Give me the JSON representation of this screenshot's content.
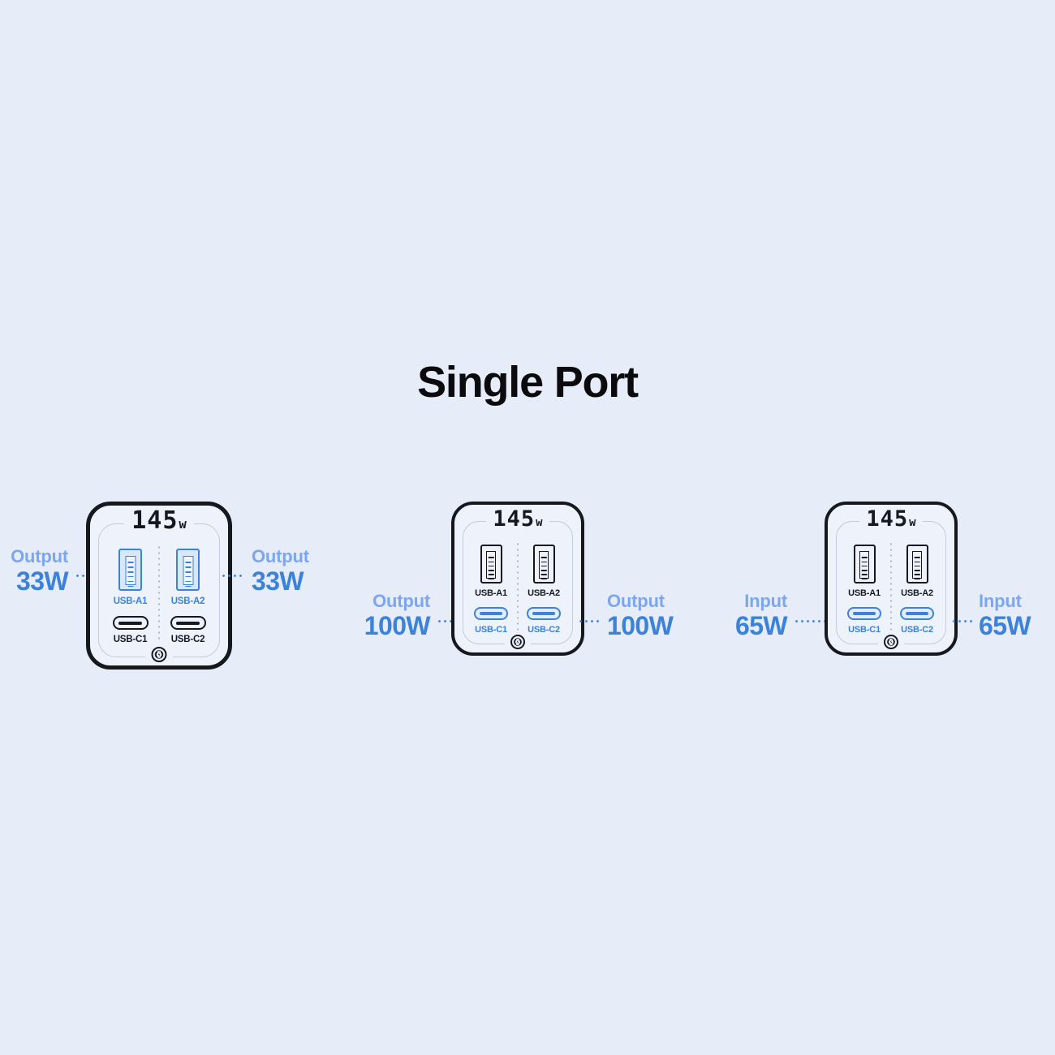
{
  "page": {
    "title": "Single Port",
    "background_color": "#e7ecf9",
    "accent_color": "#3b82d8",
    "accent_light_color": "#7ba7f0",
    "ink_color": "#16181d"
  },
  "devices": [
    {
      "id": "device-1",
      "wattage_value": "145",
      "wattage_unit": "w",
      "highlight": "usb-a",
      "badge_icon": "power-bolt-icon",
      "left_label": {
        "caption": "Output",
        "value": "33W"
      },
      "right_label": {
        "caption": "Output",
        "value": "33W"
      },
      "ports": [
        {
          "name": "USB-A1",
          "type": "usb-a",
          "highlighted": true
        },
        {
          "name": "USB-A2",
          "type": "usb-a",
          "highlighted": true
        },
        {
          "name": "USB-C1",
          "type": "usb-c",
          "highlighted": false
        },
        {
          "name": "USB-C2",
          "type": "usb-c",
          "highlighted": false
        }
      ]
    },
    {
      "id": "device-2",
      "wattage_value": "145",
      "wattage_unit": "w",
      "highlight": "usb-c",
      "badge_icon": "power-bolt-icon",
      "left_label": {
        "caption": "Output",
        "value": "100W"
      },
      "right_label": {
        "caption": "Output",
        "value": "100W"
      },
      "ports": [
        {
          "name": "USB-A1",
          "type": "usb-a",
          "highlighted": false
        },
        {
          "name": "USB-A2",
          "type": "usb-a",
          "highlighted": false
        },
        {
          "name": "USB-C1",
          "type": "usb-c",
          "highlighted": true
        },
        {
          "name": "USB-C2",
          "type": "usb-c",
          "highlighted": true
        }
      ]
    },
    {
      "id": "device-3",
      "wattage_value": "145",
      "wattage_unit": "w",
      "highlight": "usb-c",
      "badge_icon": "power-bolt-icon",
      "left_label": {
        "caption": "Input",
        "value": "65W"
      },
      "right_label": {
        "caption": "Input",
        "value": "65W"
      },
      "ports": [
        {
          "name": "USB-A1",
          "type": "usb-a",
          "highlighted": false
        },
        {
          "name": "USB-A2",
          "type": "usb-a",
          "highlighted": false
        },
        {
          "name": "USB-C1",
          "type": "usb-c",
          "highlighted": true
        },
        {
          "name": "USB-C2",
          "type": "usb-c",
          "highlighted": true
        }
      ]
    }
  ]
}
